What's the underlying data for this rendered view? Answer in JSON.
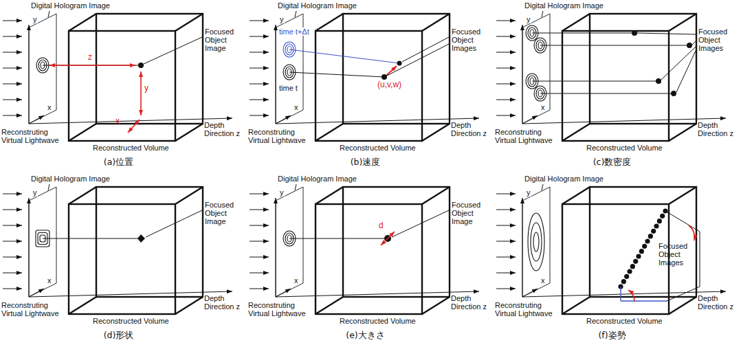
{
  "diagram": {
    "labels": [
      "Digital Hologram Image",
      "y",
      "x",
      "z",
      "y",
      "x",
      "Focused Object Image",
      "Reconstruting Virtual Lightwave",
      "Reconstructed Volume",
      "Depth Direction z",
      "(a)位置",
      "Digital Hologram Image",
      "time t+Δt",
      "y",
      "time t",
      "x",
      "Focused Object Images",
      "(u,v,w)",
      "Reconstruting Virtual Lightwave",
      "Reconstructed Volume",
      "Depth Direction z",
      "(b)速度",
      "Digital Hologram Image",
      "y",
      "x",
      "Focused Object Images",
      "Reconstruting Virtual Lightwave",
      "Reconstructed Volume",
      "Depth Direction z",
      "(c)数密度",
      "Digital Hologram Image",
      "y",
      "x",
      "Focused Object Image",
      "Reconstruting Virtual Lightwave",
      "Reconstructed Volume",
      "Depth Direction z",
      "(d)形状",
      "Digital Hologram Image",
      "y",
      "x",
      "d",
      "Focused Object Image",
      "Reconstruting Virtual Lightwave",
      "Reconstructed Volume",
      "Depth Direction z",
      "(e)大きさ",
      "Digital Hologram Image",
      "y",
      "x",
      "Focused Object Images",
      "Reconstruting Virtual Lightwave",
      "Reconstructed Volume",
      "Depth Direction z",
      "(f)姿勢"
    ]
  }
}
